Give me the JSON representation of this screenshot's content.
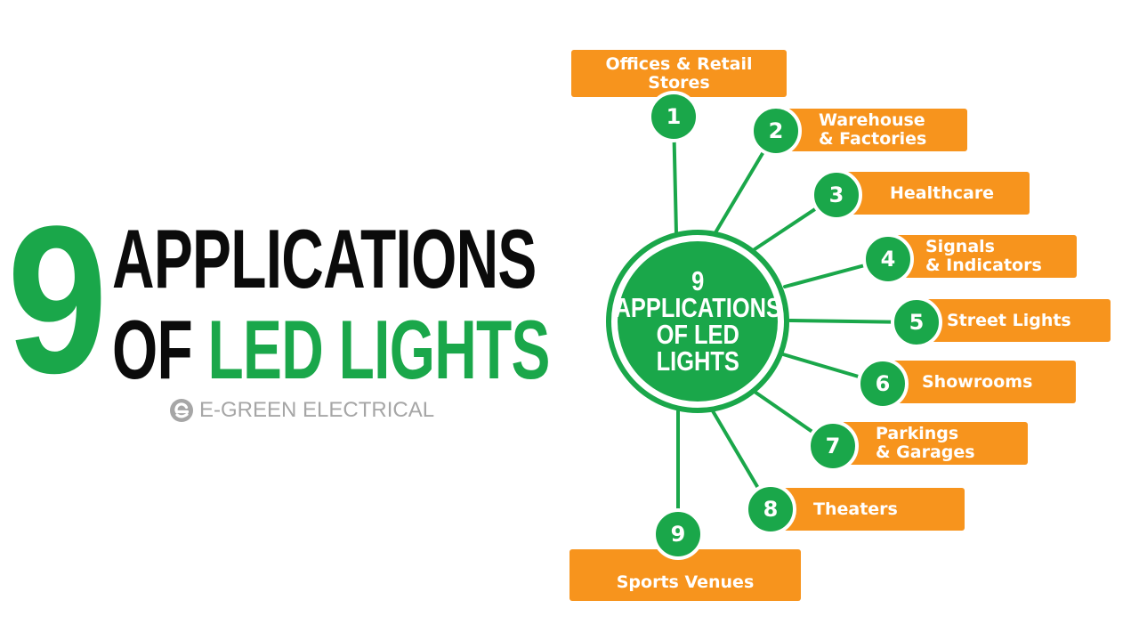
{
  "headline": {
    "number": "9",
    "line1": "APPLICATIONS",
    "line2_prefix": "OF ",
    "line2_accent": "LED LIGHTS"
  },
  "brand": {
    "name": "E-GREEN ELECTRICAL",
    "logo_icon": "e-leaf-logo-icon"
  },
  "hub": {
    "text": "9\nAPPLICATIONS\nOF LED\nLIGHTS"
  },
  "applications": [
    {
      "number": "1",
      "label": "Offices & Retail\nStores"
    },
    {
      "number": "2",
      "label": "Warehouse\n& Factories"
    },
    {
      "number": "3",
      "label": "Healthcare"
    },
    {
      "number": "4",
      "label": "Signals\n& Indicators"
    },
    {
      "number": "5",
      "label": "Street Lights"
    },
    {
      "number": "6",
      "label": "Showrooms"
    },
    {
      "number": "7",
      "label": "Parkings\n& Garages"
    },
    {
      "number": "8",
      "label": "Theaters"
    },
    {
      "number": "9",
      "label": "Sports Venues"
    }
  ],
  "colors": {
    "green": "#1aa74a",
    "orange": "#f7941d",
    "black": "#0b0b0b",
    "brand_gray": "#a6a6a6"
  }
}
